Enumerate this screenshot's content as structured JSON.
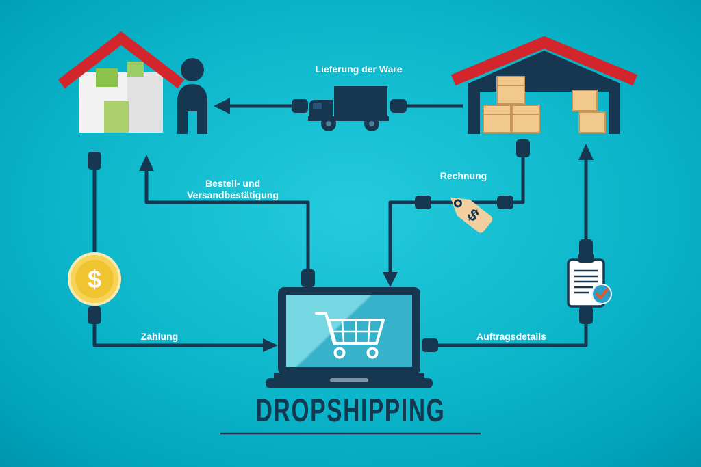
{
  "title": {
    "text": "DROPSHIPPING"
  },
  "flow_labels": {
    "delivery": "Lieferung der Ware",
    "confirmation_line1": "Bestell- und",
    "confirmation_line2": "Versandbestätigung",
    "invoice": "Rechnung",
    "payment": "Zahlung",
    "order_details": "Auftragsdetails"
  },
  "symbols": {
    "coin_currency": "$",
    "tag_currency": "$"
  },
  "icons": {
    "customer": "house-with-customer-icon",
    "delivery_truck": "delivery-truck-icon",
    "warehouse": "warehouse-with-boxes-icon",
    "online_shop": "laptop-shopping-cart-icon",
    "payment_coin": "dollar-coin-icon",
    "invoice_tag": "price-tag-icon",
    "order_clipboard": "clipboard-checklist-icon"
  },
  "colors": {
    "background_center": "#1cc5d7",
    "background_edge": "#0097b0",
    "primary_navy": "#16374f",
    "roof_red": "#d2262c",
    "window_green": "#8bc34a",
    "box_tan": "#f2c98c",
    "coin_gold": "#f0c330",
    "screen_teal_light": "#76d6e1",
    "screen_teal_dark": "#38b2ca",
    "label_white": "#ffffff",
    "check_orange": "#e05a2b",
    "check_circle_blue": "#2e9dc8"
  }
}
